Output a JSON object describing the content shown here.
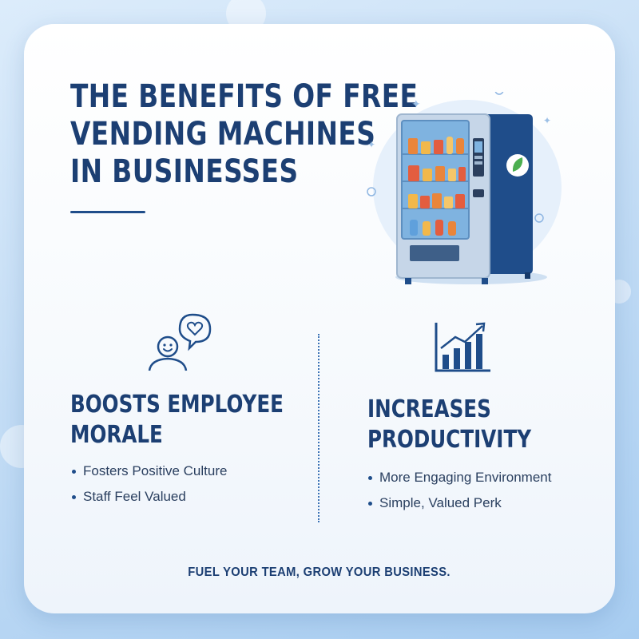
{
  "title": {
    "line1": "THE BENEFITS OF FREE",
    "line2": "VENDING MACHINES",
    "line3": "IN BUSINESSES"
  },
  "illustration": {
    "icon": "vending-machine-icon",
    "badge_icon": "leaf-icon"
  },
  "benefits": [
    {
      "icon": "smiley-heart-speech-icon",
      "heading_line1": "BOOSTS EMPLOYEE",
      "heading_line2": "MORALE",
      "bullets": [
        "Fosters Positive Culture",
        "Staff Feel Valued"
      ]
    },
    {
      "icon": "growth-chart-icon",
      "heading_line1": "INCREASES",
      "heading_line2": "PRODUCTIVITY",
      "bullets": [
        "More Engaging Environment",
        "Simple, Valued Perk"
      ]
    }
  ],
  "tagline": "FUEL YOUR TEAM, GROW YOUR BUSINESS.",
  "colors": {
    "heading": "#1c3f73",
    "accent": "#1f4d8a",
    "background": "#c4ddf5",
    "card": "#ffffff",
    "machine_body": "#1f4d8a",
    "leaf": "#4caf50"
  }
}
